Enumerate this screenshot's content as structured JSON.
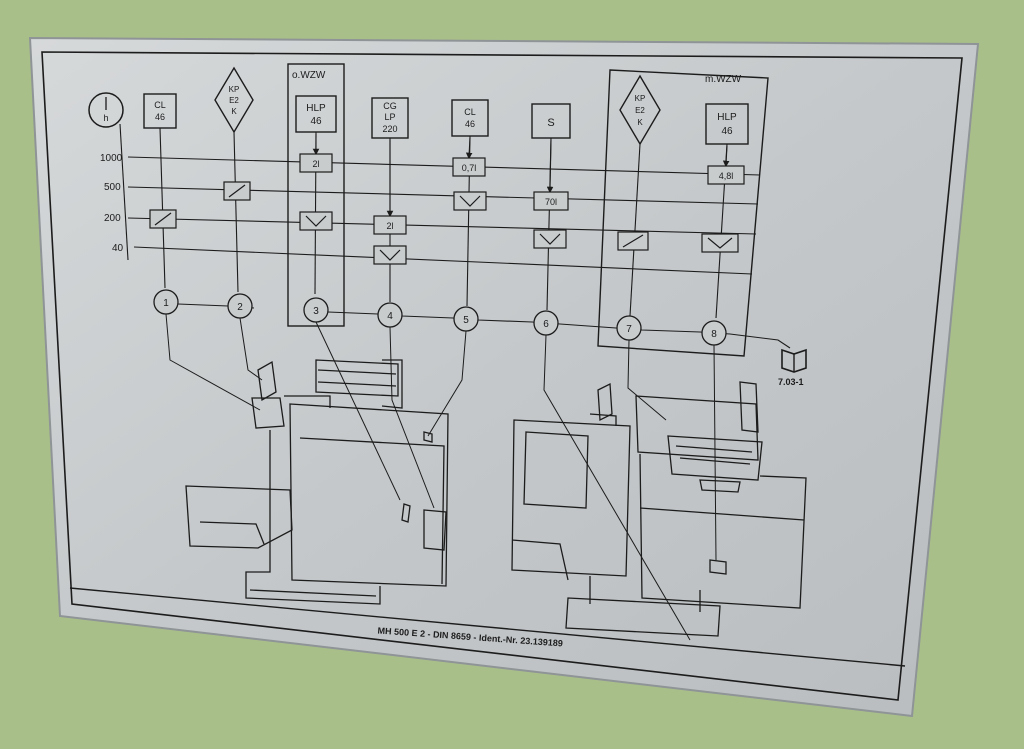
{
  "plate": {
    "footer": "MH 500 E 2 - DIN 8659 - Ident.-Nr. 23.139189",
    "group_left_label": "o.WZW",
    "group_right_label": "m.WZW",
    "interval_rows": [
      "1000",
      "500",
      "200",
      "40"
    ],
    "clock_label": "h",
    "book_reference": "7.03-1"
  },
  "lubricants": [
    {
      "id": "cl46_a",
      "lines": [
        "CL",
        "46"
      ],
      "shape": "square"
    },
    {
      "id": "kpe2k_a",
      "lines": [
        "KP",
        "E2",
        "K"
      ],
      "shape": "diamond"
    },
    {
      "id": "hlp46_a",
      "lines": [
        "HLP",
        "46"
      ],
      "shape": "square"
    },
    {
      "id": "cglp220",
      "lines": [
        "CG",
        "LP",
        "220"
      ],
      "shape": "square"
    },
    {
      "id": "cl46_b",
      "lines": [
        "CL",
        "46"
      ],
      "shape": "square"
    },
    {
      "id": "s",
      "lines": [
        "S"
      ],
      "shape": "square"
    },
    {
      "id": "kpe2k_b",
      "lines": [
        "KP",
        "E2",
        "K"
      ],
      "shape": "diamond"
    },
    {
      "id": "hlp46_b",
      "lines": [
        "HLP",
        "46"
      ],
      "shape": "square"
    }
  ],
  "quantities": {
    "q1": "2l",
    "q2": "0,7l",
    "q3": "4,8l",
    "q4": "70l",
    "q5": "2l"
  },
  "points": [
    "1",
    "2",
    "3",
    "4",
    "5",
    "6",
    "7",
    "8"
  ],
  "colors": {
    "wall": "#a9bf8a",
    "plate": "#c9cdcf",
    "ink": "#1c1c1c"
  }
}
